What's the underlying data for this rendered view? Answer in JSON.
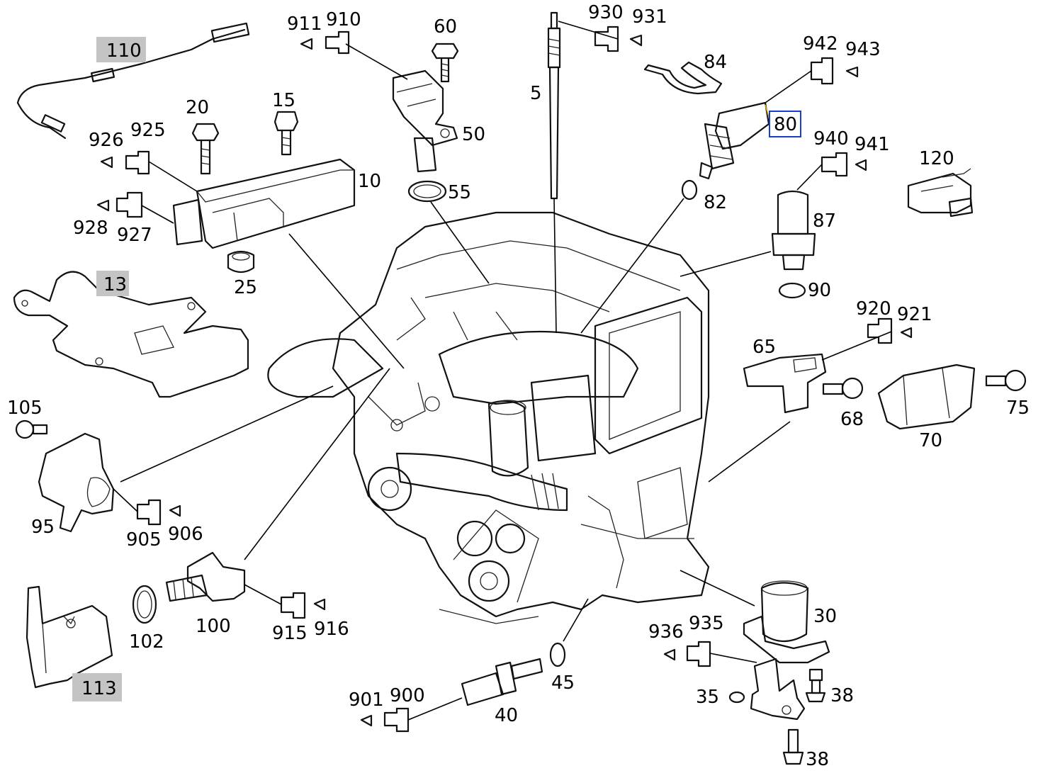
{
  "diagram": {
    "labels": [
      {
        "id": "110",
        "text": "110",
        "shaded": true
      },
      {
        "id": "911",
        "text": "911"
      },
      {
        "id": "910",
        "text": "910"
      },
      {
        "id": "60",
        "text": "60"
      },
      {
        "id": "930",
        "text": "930"
      },
      {
        "id": "931",
        "text": "931"
      },
      {
        "id": "84",
        "text": "84"
      },
      {
        "id": "942",
        "text": "942"
      },
      {
        "id": "943",
        "text": "943"
      },
      {
        "id": "5",
        "text": "5"
      },
      {
        "id": "80",
        "text": "80",
        "highlighted": true
      },
      {
        "id": "20",
        "text": "20"
      },
      {
        "id": "15",
        "text": "15"
      },
      {
        "id": "926",
        "text": "926"
      },
      {
        "id": "925",
        "text": "925"
      },
      {
        "id": "50",
        "text": "50"
      },
      {
        "id": "940",
        "text": "940"
      },
      {
        "id": "941",
        "text": "941"
      },
      {
        "id": "120",
        "text": "120"
      },
      {
        "id": "10",
        "text": "10"
      },
      {
        "id": "55",
        "text": "55"
      },
      {
        "id": "82",
        "text": "82"
      },
      {
        "id": "928",
        "text": "928"
      },
      {
        "id": "927",
        "text": "927"
      },
      {
        "id": "87",
        "text": "87"
      },
      {
        "id": "25",
        "text": "25"
      },
      {
        "id": "13",
        "text": "13",
        "shaded": true
      },
      {
        "id": "90",
        "text": "90"
      },
      {
        "id": "920",
        "text": "920"
      },
      {
        "id": "921",
        "text": "921"
      },
      {
        "id": "65",
        "text": "65"
      },
      {
        "id": "105",
        "text": "105"
      },
      {
        "id": "68",
        "text": "68"
      },
      {
        "id": "75",
        "text": "75"
      },
      {
        "id": "70",
        "text": "70"
      },
      {
        "id": "95",
        "text": "95"
      },
      {
        "id": "905",
        "text": "905"
      },
      {
        "id": "906",
        "text": "906"
      },
      {
        "id": "30",
        "text": "30"
      },
      {
        "id": "936",
        "text": "936"
      },
      {
        "id": "935",
        "text": "935"
      },
      {
        "id": "102",
        "text": "102"
      },
      {
        "id": "100",
        "text": "100"
      },
      {
        "id": "915",
        "text": "915"
      },
      {
        "id": "916",
        "text": "916"
      },
      {
        "id": "113",
        "text": "113",
        "shaded": true
      },
      {
        "id": "901",
        "text": "901"
      },
      {
        "id": "900",
        "text": "900"
      },
      {
        "id": "45",
        "text": "45"
      },
      {
        "id": "40",
        "text": "40"
      },
      {
        "id": "35",
        "text": "35"
      },
      {
        "id": "38a",
        "text": "38"
      },
      {
        "id": "38b",
        "text": "38"
      }
    ],
    "colors": {
      "line": "#111111",
      "shade": "#c4c4c4",
      "highlight": "#1a3fc4",
      "background": "#ffffff"
    }
  }
}
